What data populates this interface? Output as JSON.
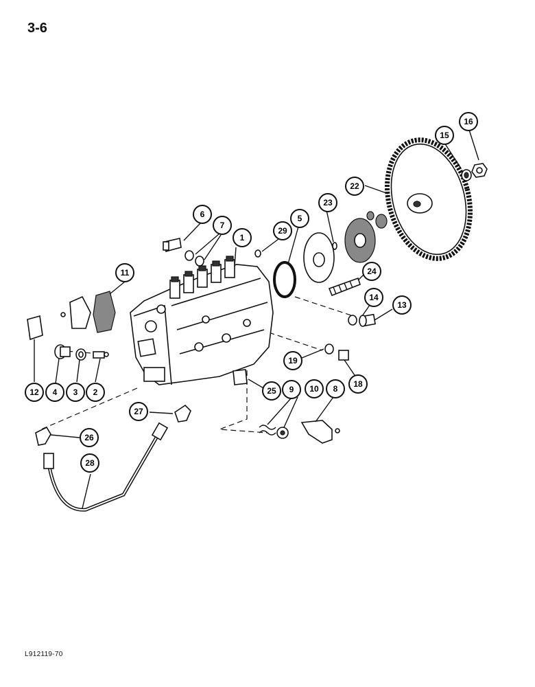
{
  "page": {
    "number": "3-6",
    "ref_code": "L912119-70"
  },
  "callouts": [
    {
      "id": "c1",
      "label": "1"
    },
    {
      "id": "c2",
      "label": "2"
    },
    {
      "id": "c3",
      "label": "3"
    },
    {
      "id": "c4",
      "label": "4"
    },
    {
      "id": "c5",
      "label": "5"
    },
    {
      "id": "c6",
      "label": "6"
    },
    {
      "id": "c7",
      "label": "7"
    },
    {
      "id": "c8",
      "label": "8"
    },
    {
      "id": "c9",
      "label": "9"
    },
    {
      "id": "c10",
      "label": "10"
    },
    {
      "id": "c11",
      "label": "11"
    },
    {
      "id": "c12",
      "label": "12"
    },
    {
      "id": "c13",
      "label": "13"
    },
    {
      "id": "c14",
      "label": "14"
    },
    {
      "id": "c15",
      "label": "15"
    },
    {
      "id": "c16",
      "label": "16"
    },
    {
      "id": "c18",
      "label": "18"
    },
    {
      "id": "c19",
      "label": "19"
    },
    {
      "id": "c22",
      "label": "22"
    },
    {
      "id": "c23",
      "label": "23"
    },
    {
      "id": "c24",
      "label": "24"
    },
    {
      "id": "c25",
      "label": "25"
    },
    {
      "id": "c26",
      "label": "26"
    },
    {
      "id": "c27",
      "label": "27"
    },
    {
      "id": "c28",
      "label": "28"
    },
    {
      "id": "c29",
      "label": "29"
    }
  ]
}
